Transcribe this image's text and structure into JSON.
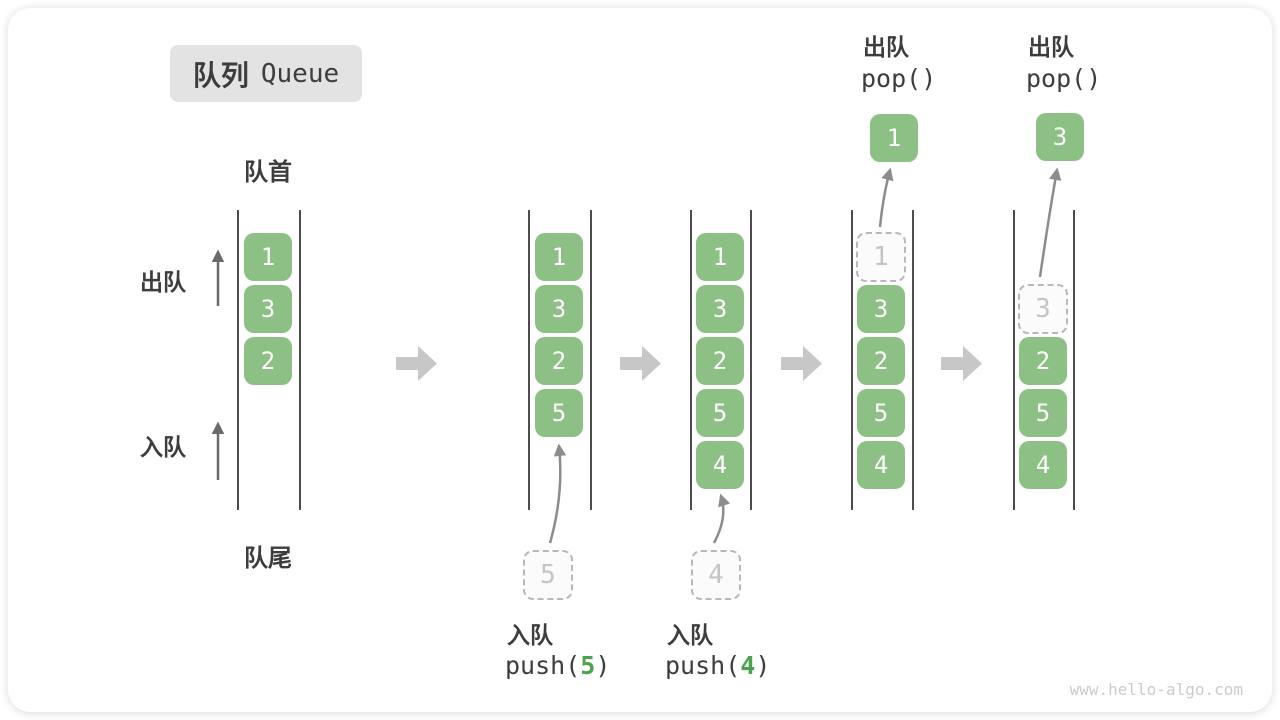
{
  "title": {
    "zh": "队列",
    "en": "Queue"
  },
  "labels": {
    "front": "队首",
    "rear": "队尾",
    "dequeue_side": "出队",
    "enqueue_side": "入队"
  },
  "states": [
    {
      "blocks": [
        "1",
        "3",
        "2"
      ]
    },
    {
      "blocks": [
        "1",
        "3",
        "2",
        "5"
      ],
      "incoming": "5"
    },
    {
      "blocks": [
        "1",
        "3",
        "2",
        "5",
        "4"
      ],
      "incoming": "4"
    },
    {
      "blocks": [
        "3",
        "2",
        "5",
        "4"
      ],
      "ghost": "1",
      "popped": "1"
    },
    {
      "blocks": [
        "2",
        "5",
        "4"
      ],
      "ghost": "3",
      "popped": "3"
    }
  ],
  "ops": {
    "push5": {
      "label": "入队",
      "fn": "push(",
      "arg": "5",
      "close": ")"
    },
    "push4": {
      "label": "入队",
      "fn": "push(",
      "arg": "4",
      "close": ")"
    },
    "pop1": {
      "label": "出队",
      "code": "pop()"
    },
    "pop2": {
      "label": "出队",
      "code": "pop()"
    }
  },
  "watermark": "www.hello-algo.com",
  "colors": {
    "block_green": "#8cc084",
    "block_text": "#ffffff",
    "code_green": "#4ca24f",
    "text_dark": "#3d3d3d",
    "flow_arrow": "#c7c7c7",
    "curve_arrow": "#8c8c8c",
    "side_arrow": "#6a6a6a",
    "dashed_border": "#b8b8b8",
    "title_bg": "#e3e3e3",
    "channel_line": "#4d4d4d",
    "watermark_gray": "#cbcbcb"
  }
}
